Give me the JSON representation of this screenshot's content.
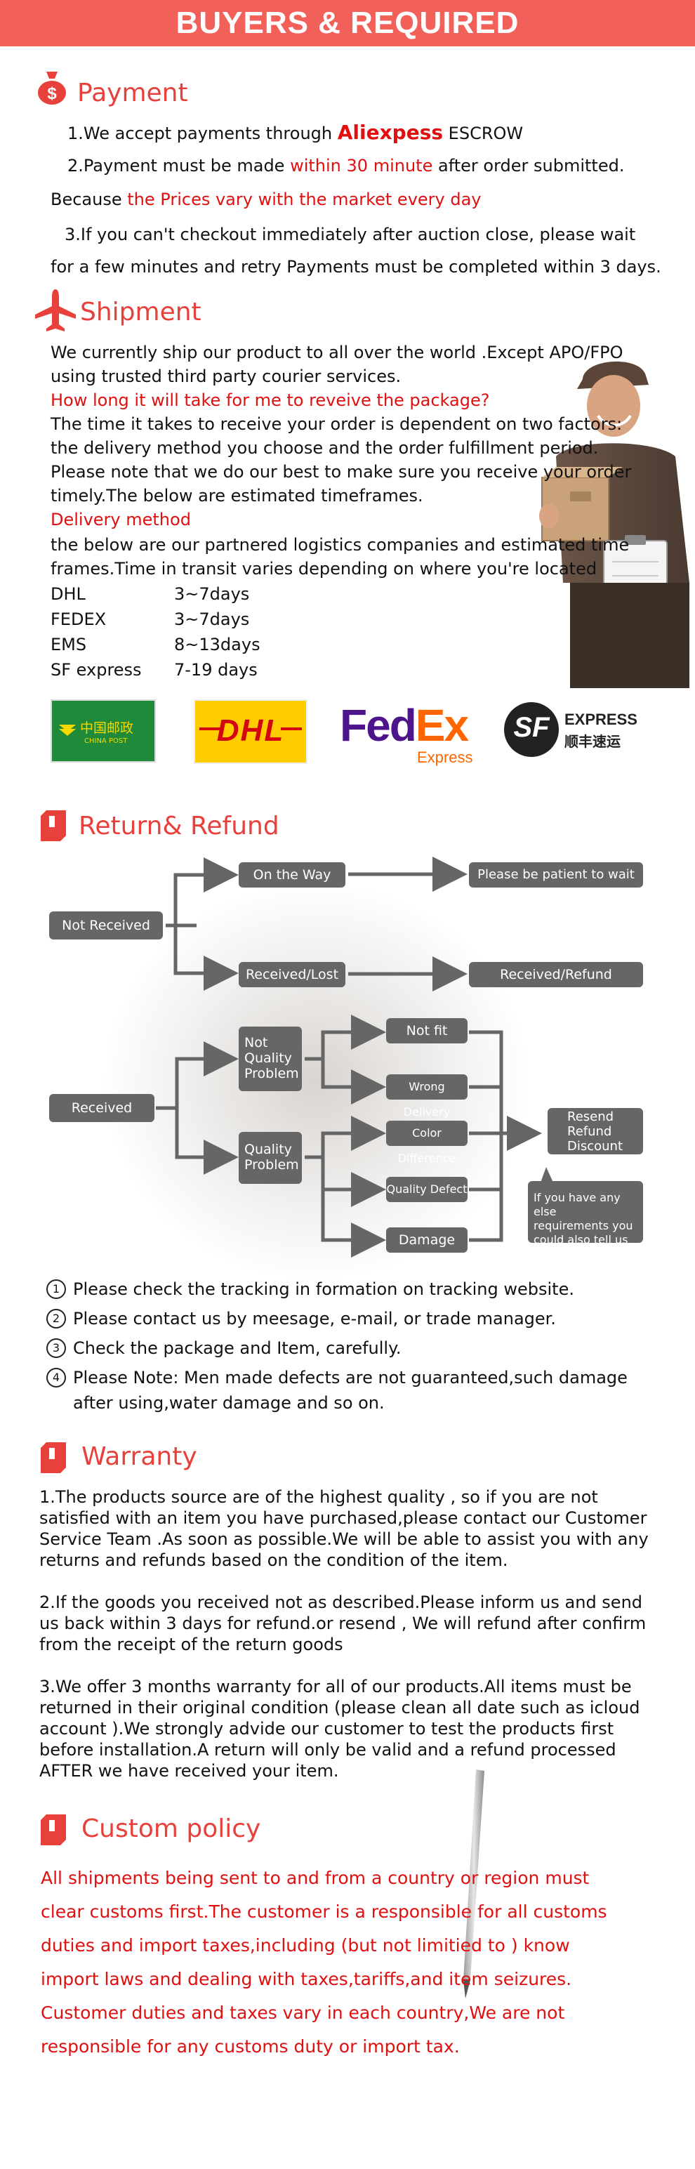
{
  "banner": {
    "title": "BUYERS & REQUIRED"
  },
  "payment": {
    "title": "Payment",
    "line1_pre": "1.We accept payments through",
    "line1_brand": "Aliexpess",
    "line1_post": "ESCROW",
    "line2_pre": "2.Payment must be made",
    "line2_red": "within 30 minute",
    "line2_post": "after order submitted.",
    "line3_pre": "Because",
    "line3_red": "the Prices vary with the market every day",
    "line4": "3.If you can't checkout immediately after auction close,   please wait",
    "line5": "for a few minutes and retry Payments must be completed within 3 days."
  },
  "shipment": {
    "title": "Shipment",
    "p1a": "We currently ship our product to all over the world .Except APO/FPO",
    "p1b": "using trusted third party courier services.",
    "question": "How long it will take for me to reveive the package?",
    "p2a": " The time it takes to receive your order is dependent on two factors:",
    "p2b": "the delivery method you choose and the order fulfillment period.",
    "p2c": "Please note that we do our best to make sure you receive your order",
    "p2d": "timely.The below are estimated timeframes.",
    "delivery_heading": " Delivery method",
    "p3a": "the below are our partnered logistics companies and estimated time",
    "p3b": "frames.Time in transit varies depending on where you're located",
    "carriers": [
      {
        "name": "DHL",
        "days": "3~7days"
      },
      {
        "name": "FEDEX",
        "days": "3~7days"
      },
      {
        "name": "EMS",
        "days": "8~13days"
      },
      {
        "name": "SF express",
        "days": " 7-19 days"
      }
    ],
    "logos": {
      "chinapost_cn": "中国邮政",
      "chinapost_en": "CHINA POST",
      "dhl": "DHL",
      "fedex_fed": "Fed",
      "fedex_ex": "Ex",
      "fedex_sub": "Express",
      "sf_mark": "SF",
      "sf_en": "EXPRESS",
      "sf_cn": "顺丰速运"
    }
  },
  "refund": {
    "title": "Return& Refund",
    "not_received": "Not Received",
    "on_the_way": "On the Way",
    "be_patient": "Please be patient to wait",
    "received_lost": "Received/Lost",
    "received_refund": "Received/Refund",
    "received": "Received",
    "not_quality": "Not\nQuality\nProblem",
    "quality": "Quality\nProblem",
    "not_fit": "Not fit",
    "wrong_delivery": "Wrong Delivery",
    "color_difference": "Color Difference",
    "quality_defect": "Quality Defect",
    "damage": "Damage",
    "resend": "Resend\nRefund\nDiscount",
    "else_req": "If you have any else\nrequirements you\ncould also tell us",
    "notes": [
      {
        "num": "1",
        "text": "Please check the tracking in formation on tracking website."
      },
      {
        "num": "2",
        "text": "Please contact us by meesage, e-mail, or trade manager."
      },
      {
        "num": "3",
        "text": "Check the package and Item, carefully."
      },
      {
        "num": "4",
        "text": "Please Note: Men made defects  are not guaranteed,such damage"
      }
    ],
    "note4_cont": "after using,water damage and so on."
  },
  "warranty": {
    "title": "Warranty",
    "p1": [
      "1.The products source are of the highest quality , so if you are not",
      "satisfied with an item you have purchased,please contact our Customer",
      "Service Team .As soon as possible.We will be able to assist you with any",
      " returns and refunds based on the condition of the item."
    ],
    "p2": [
      "2.If the goods you received not as described.Please inform us and send",
      "us back within 3 days for refund.or resend , We will refund after confirm",
      "from the receipt of the return goods"
    ],
    "p3": [
      "3.We offer 3 months warranty for all of our products.All items must be",
      "returned in their original condition (please clean all date such as icloud",
      "account ).We strongly advide our customer to test the products first",
      "before installation.A return will only be valid and a refund processed",
      "AFTER we have received your item."
    ]
  },
  "custom": {
    "title": "Custom policy",
    "lines": [
      "All shipments being sent to and from a country or region must",
      "clear customs first.The customer is a responsible for all customs",
      "duties and import taxes,including (but not limitied to )  know",
      "import laws and dealing with taxes,tariffs,and item seizures.",
      "Customer duties and taxes vary in each country,We are not",
      "responsible for any customs duty or import tax."
    ]
  },
  "colors": {
    "accent": "#f2605a",
    "red_text": "#e01010",
    "box": "#666666"
  }
}
